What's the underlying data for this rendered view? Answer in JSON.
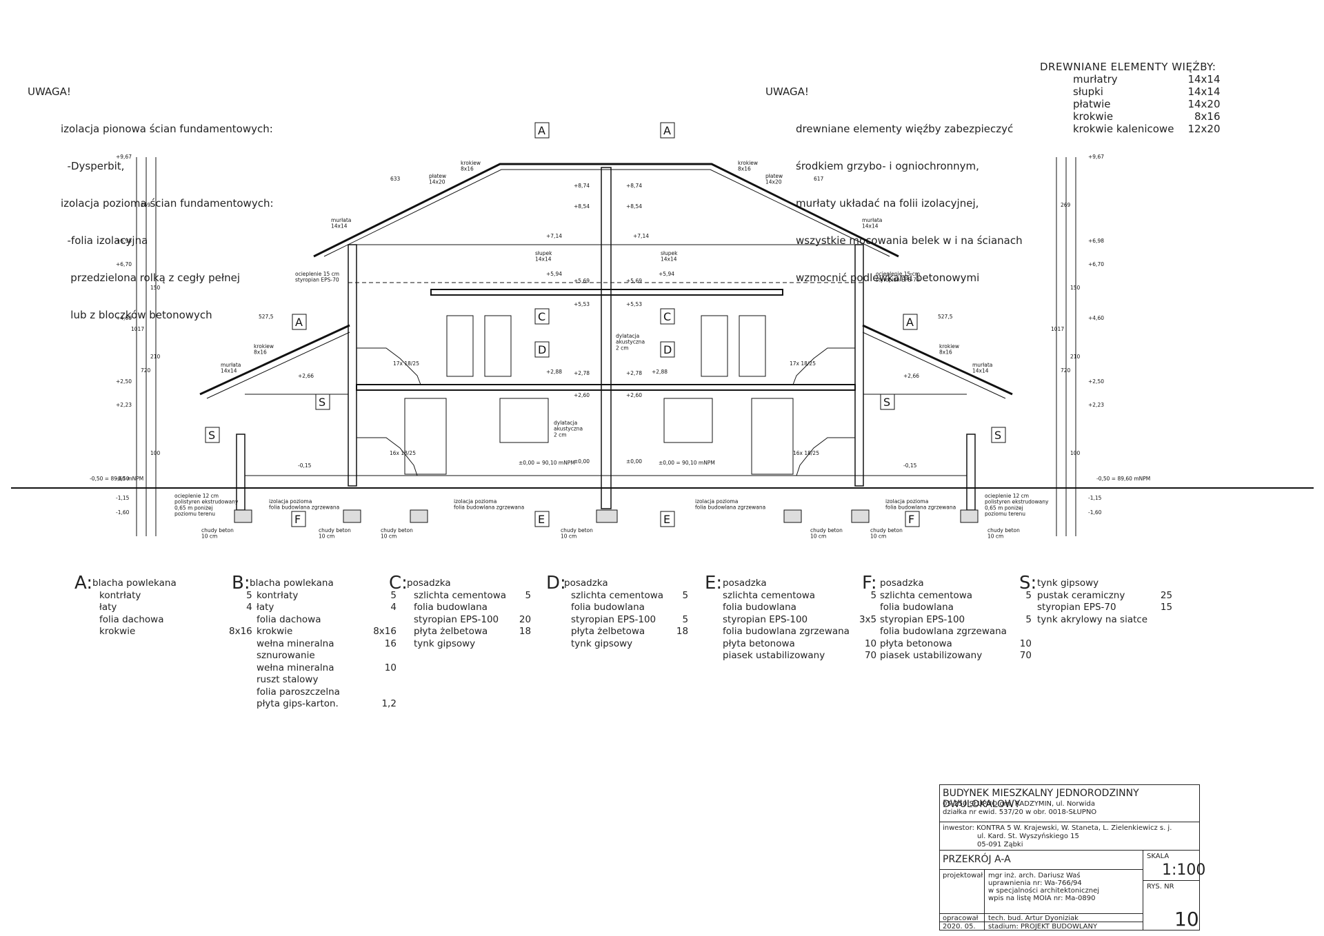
{
  "notes_left": {
    "title": "UWAGA!",
    "lines": [
      "izolacja pionowa ścian fundamentowych:",
      "  -Dysperbit,",
      "izolacja pozioma ścian fundamentowych:",
      "  -folia izolacyjna",
      "   przedzielona rolką z cegły pełnej",
      "   lub z bloczków betonowych"
    ]
  },
  "notes_right": {
    "title": "UWAGA!",
    "lines": [
      "drewniane elementy więźby zabezpieczyć",
      "środkiem grzybo- i ogniochronnym,",
      "murłaty układać na folii izolacyjnej,",
      "wszystkie mocowania belek w i na ścianach",
      "wzmocnić podlewkami betonowymi"
    ]
  },
  "timber": {
    "title": "DREWNIANE ELEMENTY WIĘŹBY:",
    "items": [
      {
        "name": "murłatry",
        "size": "14x14"
      },
      {
        "name": "słupki",
        "size": "14x14"
      },
      {
        "name": "płatwie",
        "size": "14x20"
      },
      {
        "name": "krokwie",
        "size": "8x16"
      },
      {
        "name": "krokwie kalenicowe",
        "size": "12x20"
      }
    ]
  },
  "drawing": {
    "section_markers": [
      "A",
      "A",
      "A",
      "A",
      "C",
      "C",
      "D",
      "D",
      "S",
      "S",
      "S",
      "S",
      "F",
      "F",
      "E",
      "E"
    ],
    "labels": {
      "krokiew_8x16": "krokiew\n8x16",
      "platew_14x20": "płatew\n14x20",
      "murlata_14x14": "murłata\n14x14",
      "slupek_14x14": "słupek\n14x14",
      "ocieplenie_15": "ocieplenie 15 cm\nstyropian EPS-70",
      "dylatacja": "dylatacja\nakustyczna\n2 cm",
      "ocieplenie_12": "ocieplenie 12 cm\npolistyren ekstrudowany\n0,65 m poniżej\npoziomu terenu",
      "izolacja_pozioma": "izolacja pozioma\nfolia budowlana zgrzewana",
      "chudy_beton": "chudy beton\n10 cm",
      "stairs": "17x 18/25",
      "stairs2": "16x 18/25",
      "level_zero_left": "±0,00 = 90,10 mNPM",
      "level_zero_right": "±0,00 = 90,10 mNPM",
      "level_terrain_left": "-0,50 = 89,60 mNPM",
      "level_terrain_right": "-0,50 = 89,60 mNPM"
    },
    "levels": [
      "+9,67",
      "+6,98",
      "+6,70",
      "+4,60",
      "+2,50",
      "+2,23",
      "-0,50",
      "-1,15",
      "-1,60",
      "+8,74",
      "+8,54",
      "+7,14",
      "+5,94",
      "+5,69",
      "+5,53",
      "+2,88",
      "+2,78",
      "+2,60",
      "±0,00",
      "+2,66",
      "-0,15"
    ],
    "dimensions": [
      "633",
      "617",
      "527,5",
      "527,5",
      "1017",
      "720",
      "269",
      "210",
      "150",
      "100"
    ]
  },
  "legend": [
    {
      "key": "A:",
      "items": [
        {
          "name": "blacha powlekana",
          "value": ""
        },
        {
          "name": "kontrłaty",
          "value": "5",
          "indent": true
        },
        {
          "name": "łaty",
          "value": "4",
          "indent": true
        },
        {
          "name": "folia dachowa",
          "value": "",
          "indent": true
        },
        {
          "name": "krokwie",
          "value": "8x16",
          "indent": true
        }
      ]
    },
    {
      "key": "B:",
      "items": [
        {
          "name": "blacha powlekana",
          "value": ""
        },
        {
          "name": "kontrłaty",
          "value": "5",
          "indent": true
        },
        {
          "name": "łaty",
          "value": "4",
          "indent": true
        },
        {
          "name": "folia dachowa",
          "value": "",
          "indent": true
        },
        {
          "name": "krokwie",
          "value": "8x16",
          "indent": true
        },
        {
          "name": "wełna mineralna",
          "value": "16",
          "indent": true
        },
        {
          "name": "sznurowanie",
          "value": "",
          "indent": true
        },
        {
          "name": "wełna mineralna",
          "value": "10",
          "indent": true
        },
        {
          "name": "ruszt stalowy",
          "value": "",
          "indent": true
        },
        {
          "name": "folia paroszczelna",
          "value": "",
          "indent": true
        },
        {
          "name": "płyta gips-karton.",
          "value": "1,2",
          "indent": true
        }
      ]
    },
    {
      "key": "C:",
      "items": [
        {
          "name": "posadzka",
          "value": ""
        },
        {
          "name": "szlichta cementowa",
          "value": "5",
          "indent": true
        },
        {
          "name": "folia budowlana",
          "value": "",
          "indent": true
        },
        {
          "name": "styropian EPS-100",
          "value": "20",
          "indent": true
        },
        {
          "name": "płyta żelbetowa",
          "value": "18",
          "indent": true
        },
        {
          "name": "tynk gipsowy",
          "value": "",
          "indent": true
        }
      ]
    },
    {
      "key": "D:",
      "items": [
        {
          "name": "posadzka",
          "value": ""
        },
        {
          "name": "szlichta cementowa",
          "value": "5",
          "indent": true
        },
        {
          "name": "folia budowlana",
          "value": "",
          "indent": true
        },
        {
          "name": "styropian EPS-100",
          "value": "5",
          "indent": true
        },
        {
          "name": "płyta żelbetowa",
          "value": "18",
          "indent": true
        },
        {
          "name": "tynk gipsowy",
          "value": "",
          "indent": true
        }
      ]
    },
    {
      "key": "E:",
      "items": [
        {
          "name": "posadzka",
          "value": ""
        },
        {
          "name": "szlichta cementowa",
          "value": "5"
        },
        {
          "name": "folia budowlana",
          "value": ""
        },
        {
          "name": "styropian EPS-100",
          "value": "3x5"
        },
        {
          "name": "folia budowlana zgrzewana",
          "value": ""
        },
        {
          "name": "płyta betonowa",
          "value": "10"
        },
        {
          "name": "piasek ustabilizowany",
          "value": "70"
        }
      ]
    },
    {
      "key": "F:",
      "items": [
        {
          "name": "posadzka",
          "value": ""
        },
        {
          "name": "szlichta cementowa",
          "value": "5"
        },
        {
          "name": "folia budowlana",
          "value": ""
        },
        {
          "name": "styropian EPS-100",
          "value": "5"
        },
        {
          "name": "folia budowlana zgrzewana",
          "value": ""
        },
        {
          "name": "płyta betonowa",
          "value": "10"
        },
        {
          "name": "piasek ustabilizowany",
          "value": "70"
        }
      ]
    },
    {
      "key": "S:",
      "items": [
        {
          "name": "tynk gipsowy",
          "value": ""
        },
        {
          "name": "pustak ceramiczny",
          "value": "25"
        },
        {
          "name": "styropian EPS-70",
          "value": "15"
        },
        {
          "name": "tynk akrylowy na siatce",
          "value": ""
        }
      ]
    }
  ],
  "title_block": {
    "project": "BUDYNEK MIESZKALNY JEDNORODZINNY DWULOKALOWY",
    "address1": "05-250 SŁUPNO gm. RADZYMIN, ul. Norwida",
    "address2": "działka nr ewid. 537/20 w obr. 0018-SŁUPNO",
    "investor1": "inwestor: KONTRA 5 W. Krajewski, W. Staneta, L. Zielenkiewicz s. j.",
    "investor2": "ul. Kard. St. Wyszyńskiego 15",
    "investor3": "05-091 Ząbki",
    "drawing_title": "PRZEKRÓJ A-A",
    "scale_label": "SKALA",
    "scale": "1:100",
    "sheet_label": "RYS. NR",
    "sheet": "10",
    "designer_label": "projektował",
    "designer1": "mgr inż. arch. Dariusz Waś",
    "designer2": "uprawnienia nr: Wa-766/94",
    "designer3": "w specjalności architektonicznej",
    "designer4": "wpis na listę MOIA nr: Ma-0890",
    "prepared_label": "opracował",
    "prepared": "tech. bud. Artur Dyoniziak",
    "date": "2020. 05.",
    "stage": "stadium: PROJEKT BUDOWLANY"
  }
}
